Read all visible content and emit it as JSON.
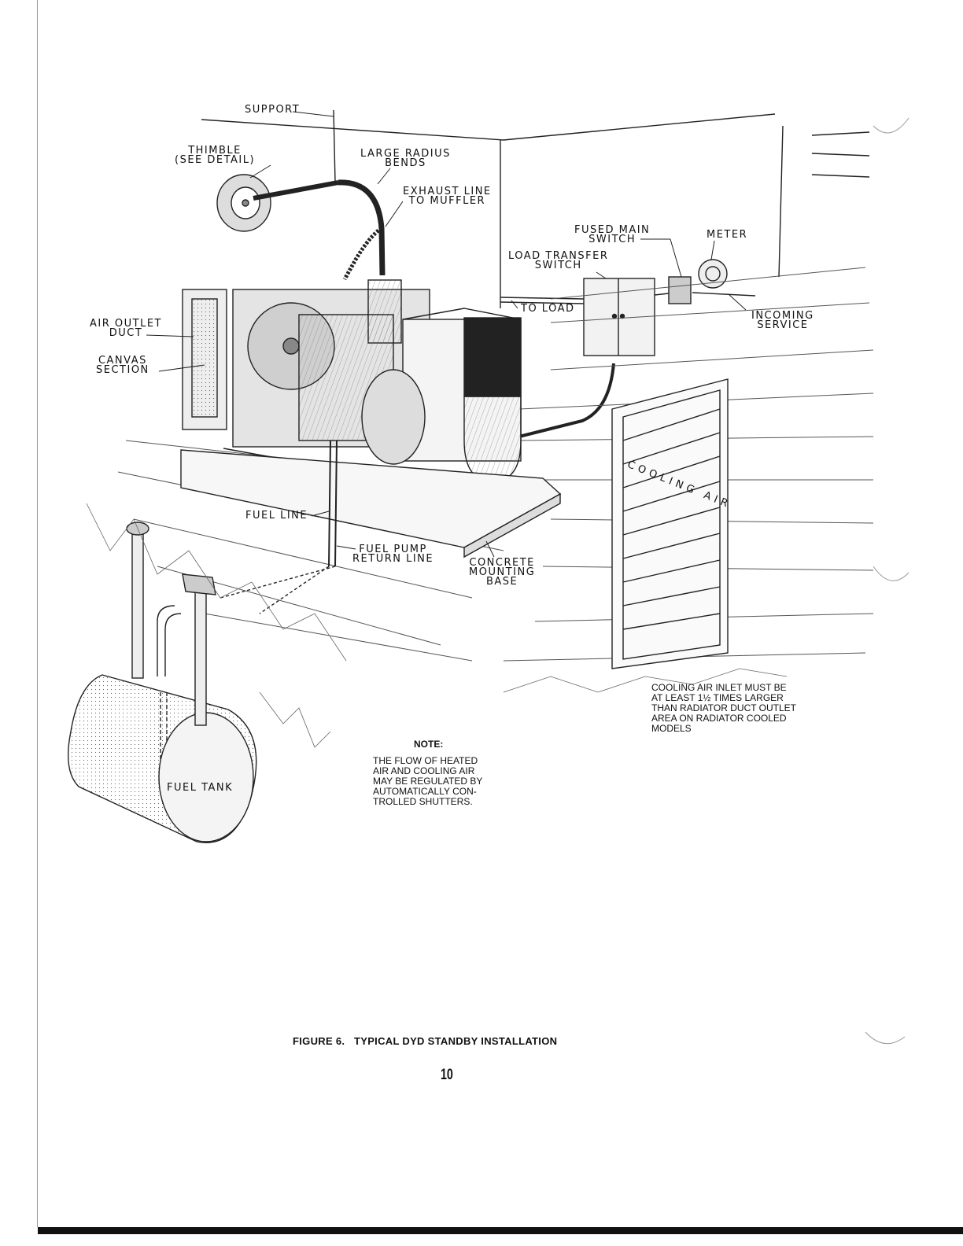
{
  "labels": {
    "support": "SUPPORT",
    "thimble": "THIMBLE\n(SEE DETAIL)",
    "large_radius_bends": "LARGE RADIUS\nBENDS",
    "exhaust_line": "EXHAUST LINE\nTO MUFFLER",
    "fused_main_switch": "FUSED MAIN\nSWITCH",
    "meter": "METER",
    "load_transfer_switch": "LOAD TRANSFER\nSWITCH",
    "to_load": "TO LOAD",
    "incoming_service": "INCOMING\nSERVICE",
    "air_outlet_duct": "AIR OUTLET\nDUCT",
    "canvas_section": "CANVAS\nSECTION",
    "fuel_line": "FUEL LINE",
    "fuel_pump_return_line": "FUEL PUMP\nRETURN LINE",
    "concrete_mounting_base": "CONCRETE\nMOUNTING\nBASE",
    "cooling_air": "COOLING AIR",
    "fuel_tank": "FUEL TANK"
  },
  "notes": {
    "cooling_air_inlet": "COOLING AIR INLET MUST BE\nAT LEAST 1½ TIMES LARGER\nTHAN RADIATOR DUCT OUTLET\nAREA ON RADIATOR COOLED\nMODELS",
    "note_heading": "NOTE:",
    "shutters_note": "THE FLOW OF HEATED\nAIR AND COOLING AIR\nMAY BE REGULATED BY\nAUTOMATICALLY CON-\nTROLLED SHUTTERS."
  },
  "caption": "FIGURE 6.   TYPICAL DYD STANDBY INSTALLATION",
  "page_number": "10"
}
